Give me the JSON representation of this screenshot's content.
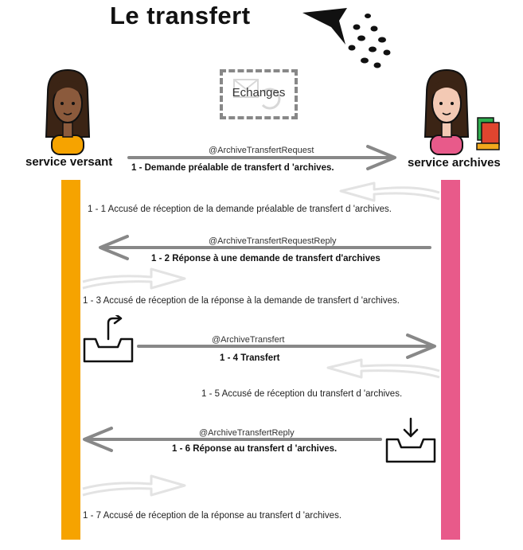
{
  "title": "Le transfert",
  "echanges": {
    "label": "Echanges"
  },
  "actors": {
    "left": {
      "label": "service versant",
      "color": "#F6A300"
    },
    "right": {
      "label": "service archives",
      "color": "#E85A8A"
    }
  },
  "messages": [
    {
      "tag": "@ArchiveTransfertRequest",
      "label": "1 - Demande préalable de transfert d 'archives."
    },
    {
      "tag": "@ArchiveTransfertRequestReply",
      "label": "1 - 2 Réponse à une demande de transfert d'archives"
    },
    {
      "tag": "@ArchiveTransfert",
      "label": "1 - 4 Transfert"
    },
    {
      "tag": "@ArchiveTransfertReply",
      "label": "1 - 6 Réponse au transfert d 'archives."
    }
  ],
  "acks": [
    "1 - 1 Accusé de réception de la demande préalable de transfert d 'archives.",
    "1 - 3 Accusé de réception de la réponse à la demande de transfert d 'archives.",
    "1 - 5 Accusé de réception du transfert d 'archives.",
    "1 - 7 Accusé de réception de la réponse au transfert d 'archives."
  ],
  "icons": {
    "filter": "funnel-icon",
    "person_left": "person-icon",
    "person_right": "person-icon",
    "books": "books-icon",
    "outbox": "outbox-tray-icon",
    "inbox": "inbox-tray-icon",
    "exchange": "exchange-icon"
  }
}
